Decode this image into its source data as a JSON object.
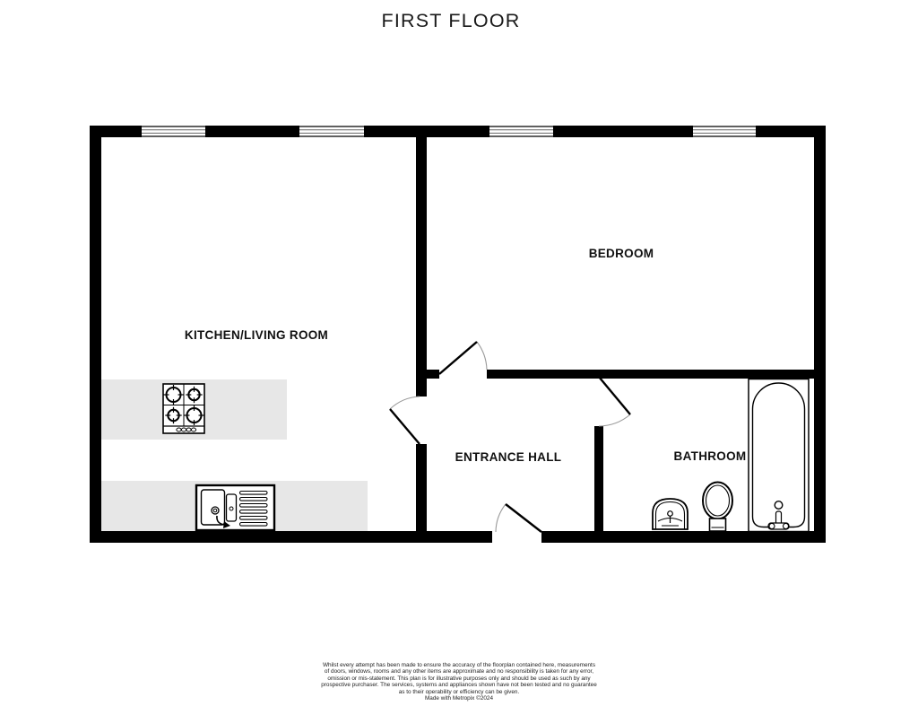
{
  "title": "FIRST FLOOR",
  "floor_plan": {
    "rooms": {
      "kitchen_living": {
        "label": "KITCHEN/LIVING ROOM"
      },
      "bedroom": {
        "label": "BEDROOM"
      },
      "entrance_hall": {
        "label": "ENTRANCE HALL"
      },
      "bathroom": {
        "label": "BATHROOM"
      }
    },
    "fixtures": [
      "hob-icon",
      "sink-icon",
      "washbasin-icon",
      "toilet-icon",
      "bathtub-icon"
    ],
    "colors": {
      "wall": "#000000",
      "counter": "#e7e7e7",
      "door_arc": "#9a9a9a",
      "background": "#ffffff"
    }
  },
  "footer": {
    "lines": [
      "Whilst every attempt has been made to ensure the accuracy of the floorplan contained here, measurements",
      "of doors, windows, rooms and any other items are approximate and no responsibility is taken for any error,",
      "omission or mis-statement. This plan is for illustrative purposes only and should be used as such by any",
      "prospective purchaser. The services, systems and appliances shown have not been tested and no guarantee",
      "as to their operability or efficiency can be given.",
      "Made with Metropix ©2024"
    ]
  }
}
